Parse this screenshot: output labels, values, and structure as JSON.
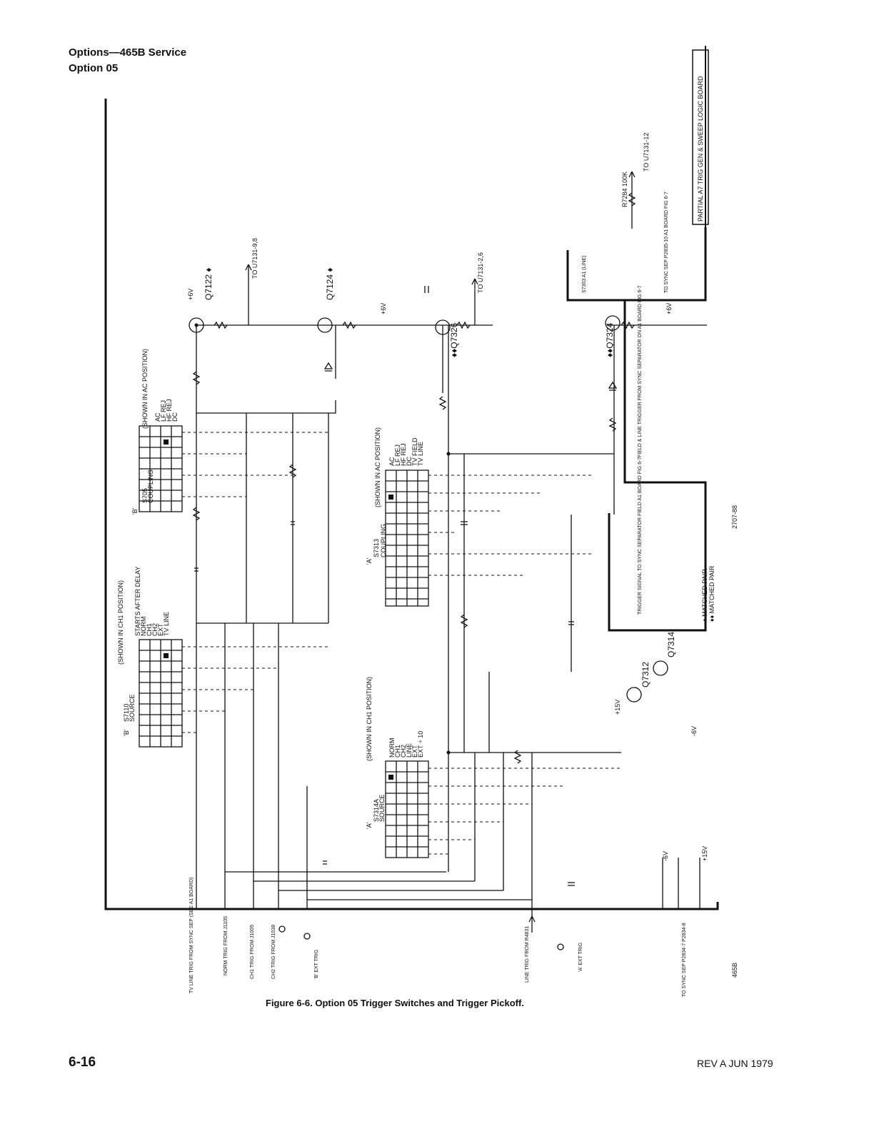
{
  "header": {
    "line1": "Options—465B Service",
    "line2": "Option 05"
  },
  "caption": "Figure 6-6. Option 05 Trigger Switches and Trigger Pickoff.",
  "footer": {
    "page": "6-16",
    "revision": "REV A JUN 1979"
  },
  "schematic": {
    "board_label": "PARTIAL A7 TRIG GEN & SWEEP LOGIC BOARD",
    "doc_number": "2707-88",
    "model": "465B",
    "transistors": [
      "Q7122 ♦",
      "Q7124 ♦",
      "♦♦Q7326",
      "♦♦Q7324",
      "Q7312",
      "Q7314"
    ],
    "switches": [
      {
        "name": "S705",
        "label": "COUPLING",
        "side": "'B'",
        "shown": "(SHOWN IN AC POSITION)",
        "positions": [
          "AC",
          "LF REJ",
          "HF REJ",
          "DC"
        ]
      },
      {
        "name": "S7313",
        "label": "COUPLING",
        "side": "'A'",
        "shown": "(SHOWN IN AC POSITION)",
        "positions": [
          "AC",
          "LF REJ",
          "HF REJ",
          "DC",
          "TV FIELD",
          "TV LINE"
        ]
      },
      {
        "name": "S7110",
        "label": "SOURCE",
        "side": "'B'",
        "shown": "(SHOWN IN CH1 POSITION)",
        "positions": [
          "STARTS AFTER DELAY",
          "NORM",
          "CH1",
          "CH2",
          "EXT",
          "TV LINE"
        ]
      },
      {
        "name": "S7314A",
        "label": "SOURCE",
        "side": "'A'",
        "shown": "(SHOWN IN CH1 POSITION)",
        "positions": [
          "NORM",
          "CH1",
          "CH2",
          "LINE",
          "EXT",
          "EXT ÷ 10"
        ]
      }
    ],
    "notes": [
      "♦ MATCHED PAIR",
      "♦♦ MATCHED PAIR"
    ],
    "labels": {
      "to_u7131": "TO U7131-9,8",
      "to_u7131b": "TO U7131-12",
      "to_u7131c": "TO U7131-2,6",
      "plus6v": "+6V",
      "minus6v": "-6V",
      "plus15v": "+15V",
      "r7284": "R7284 100K",
      "tv_line_trig": "TV LINE TRIG FROM SYNC SEP (SEE A1 BOARD)",
      "norm_trig": "NORM TRIG FROM J1105",
      "ch1_trig": "CH1 TRIG FROM J1005",
      "ch2_trig": "CH2 TRIG FROM J1038",
      "ext_b": "'B' EXT TRIG",
      "line_trig": "LINE TRIG FROM R4831",
      "ext_a": "'A' EXT TRIG",
      "sync_sep": "TO SYNC SEP P2834-7 P2834-8",
      "field_line_trig": "FIELD & LINE TRIGGER FROM SYNC SEPARATOR ON A1 BOARD FIG 6-7",
      "trig_signal": "TRIGGER SIGNAL TO SYNC SEPARATOR FIELD A1 BOARD FIG 6-7",
      "sync_sep_p": "TO SYNC SEP P2835-10 A1 BOARD FIG 6-7",
      "s7303": "S7303 A1 (LINE)"
    }
  }
}
